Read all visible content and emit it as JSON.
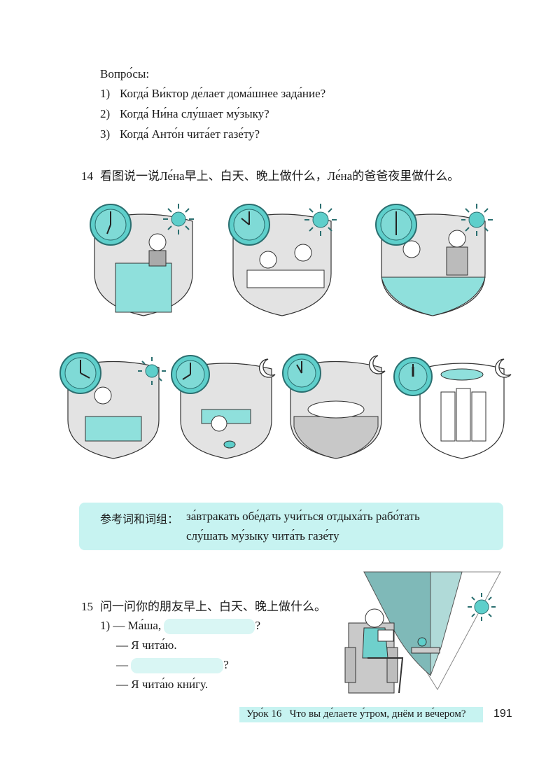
{
  "questions": {
    "title": "Вопро́сы:",
    "items": [
      {
        "num": "1)",
        "text": "Когда́ Ви́ктор де́лает дома́шнее зада́ние?"
      },
      {
        "num": "2)",
        "text": "Когда́ Ни́на слу́шает му́зыку?"
      },
      {
        "num": "3)",
        "text": "Когда́ Анто́н чита́ет газе́ту?"
      }
    ]
  },
  "exercise14": {
    "num": "14",
    "instruction": "看图说一说Ле́на早上、白天、晚上做什么，Ле́на的爸爸夜里做什么。"
  },
  "vocab": {
    "label": "参考词和词组：",
    "line1": "за́втракать  обе́дать  учи́ться  отдыха́ть  рабо́тать",
    "line2": "слу́шать  му́зыку  чита́ть газе́ту"
  },
  "exercise15": {
    "num": "15",
    "instruction": "问一问你的朋友早上、白天、晚上做什么。",
    "dialogue": {
      "line1_prefix": "1) — Ма́ша,",
      "line1_suffix": "?",
      "line2": "— Я чита́ю.",
      "line3_prefix": "—",
      "line3_suffix": "?",
      "line4": "— Я чита́ю кни́гу."
    }
  },
  "footer": {
    "lesson": "Уро́к 16",
    "title": "Что вы де́лаете у́тром, днём и ве́чером?",
    "page": "191"
  },
  "colors": {
    "accent": "#5ecfcb",
    "light_accent": "#c7f3f1",
    "dark": "#2b6f70"
  }
}
